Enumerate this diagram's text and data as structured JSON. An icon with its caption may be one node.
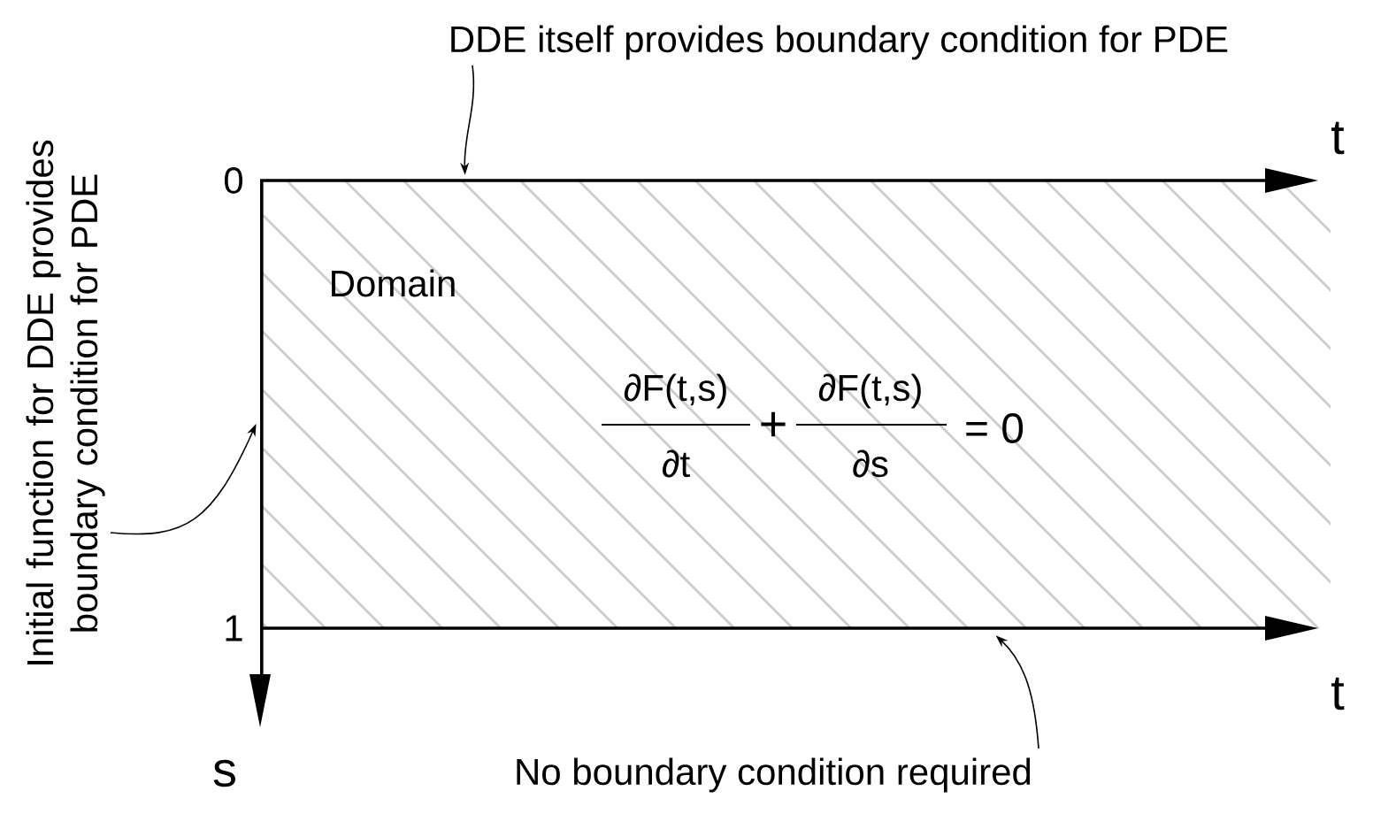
{
  "diagram": {
    "nodes": [
      {
        "text": [
          "DDE itself provides boundary condition for PDE"
        ]
      },
      {
        "text": [
          "Initial function for DDE provides boundary condition for PDE"
        ]
      },
      {
        "text": [
          "No boundary condition required"
        ]
      },
      {
        "text": [],
        "shape": "line"
      },
      {
        "text": [],
        "shape": "line"
      },
      {
        "text": [],
        "shape": "line"
      }
    ],
    "edges": [
      {
        "from": 0,
        "to": 3,
        "arrow": "to"
      },
      {
        "from": 1,
        "to": 4,
        "arrow": "to"
      },
      {
        "from": 2,
        "to": 5,
        "arrow": "to"
      }
    ],
    "labels": [
      "0",
      "t",
      "Domain",
      "∂F(t,s)",
      "∂t",
      "+",
      "∂F(t,s)",
      "∂s",
      "= 0",
      "1",
      "t",
      "s"
    ]
  }
}
